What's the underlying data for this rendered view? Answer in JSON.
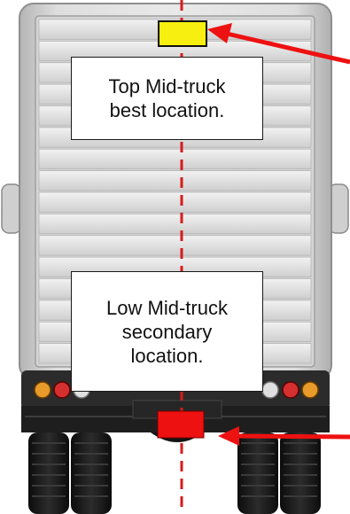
{
  "colors": {
    "top_sensor": "#f7ef10",
    "bottom_sensor": "#ee1111",
    "arrow": "#ee1111",
    "centerline": "#d81b1b",
    "truck_body": "#d9d9d9",
    "truck_lower": "#2a2a2a",
    "tires": "#151515"
  },
  "icons": {
    "top_sensor": "yellow-sensor-icon",
    "bottom_sensor": "red-sensor-icon",
    "top_arrow": "red-arrow-icon",
    "bottom_arrow": "red-arrow-icon"
  },
  "labels": {
    "top": [
      "Top Mid-truck",
      "best location."
    ],
    "low": [
      "Low Mid-truck",
      "secondary",
      "location."
    ]
  }
}
